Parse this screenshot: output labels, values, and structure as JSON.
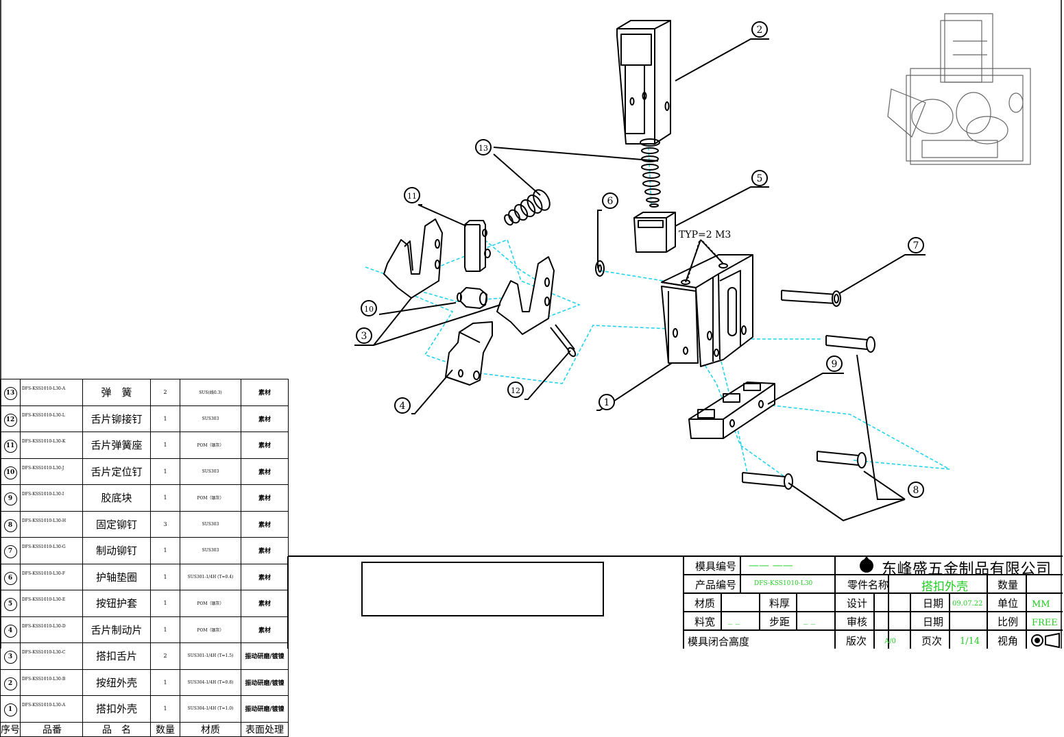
{
  "callouts": [
    "1",
    "2",
    "3",
    "4",
    "5",
    "6",
    "7",
    "8",
    "9",
    "10",
    "11",
    "12",
    "13"
  ],
  "annotation": "TYP=2 M3",
  "bom": {
    "headers": {
      "no": "序号",
      "code": "品番",
      "name": "品　名",
      "qty": "数量",
      "material": "材质",
      "surface": "表面处理"
    },
    "rows": [
      {
        "no": "13",
        "code": "DFS-KSS1010-L30-A",
        "name": "弹　簧",
        "qty": "2",
        "material": "SUS(线0.3)",
        "surface": "素材"
      },
      {
        "no": "12",
        "code": "DFS-KSS1010-L30-L",
        "name": "舌片铆接钉",
        "qty": "1",
        "material": "SUS303",
        "surface": "素材"
      },
      {
        "no": "11",
        "code": "DFS-KSS1010-L30-K",
        "name": "舌片弹簧座",
        "qty": "1",
        "material": "POM（银灰）",
        "surface": "素材"
      },
      {
        "no": "10",
        "code": "DFS-KSS1010-L30-J",
        "name": "舌片定位钉",
        "qty": "1",
        "material": "SUS303",
        "surface": "素材"
      },
      {
        "no": "9",
        "code": "DFS-KSS1010-L30-I",
        "name": "胶底块",
        "qty": "1",
        "material": "POM（银灰）",
        "surface": "素材"
      },
      {
        "no": "8",
        "code": "DFS-KSS1010-L30-H",
        "name": "固定铆钉",
        "qty": "3",
        "material": "SUS303",
        "surface": "素材"
      },
      {
        "no": "7",
        "code": "DFS-KSS1010-L30-G",
        "name": "制动铆钉",
        "qty": "1",
        "material": "SUS303",
        "surface": "素材"
      },
      {
        "no": "6",
        "code": "DFS-KSS1010-L30-F",
        "name": "护轴垫圈",
        "qty": "1",
        "material": "SUS301-1/4H (T=0.4)",
        "surface": "素材"
      },
      {
        "no": "5",
        "code": "DFS-KSS1010-L30-E",
        "name": "按钮护套",
        "qty": "1",
        "material": "POM（银灰）",
        "surface": "素材"
      },
      {
        "no": "4",
        "code": "DFS-KSS1010-L30-D",
        "name": "舌片制动片",
        "qty": "1",
        "material": "POM（银灰）",
        "surface": "素材"
      },
      {
        "no": "3",
        "code": "DFS-KSS1010-L30-C",
        "name": "搭扣舌片",
        "qty": "2",
        "material": "SUS301-1/4H (T=1.5)",
        "surface": "振动研磨/镀镍"
      },
      {
        "no": "2",
        "code": "DFS-KSS1010-L30-B",
        "name": "按纽外壳",
        "qty": "1",
        "material": "SUS304-1/4H (T=0.8)",
        "surface": "振动研磨/镀镍"
      },
      {
        "no": "1",
        "code": "DFS-KSS1010-L30-A",
        "name": "搭扣外壳",
        "qty": "1",
        "material": "SUS304-1/4H (T=1.0)",
        "surface": "振动研磨/镀镍"
      }
    ]
  },
  "title_block": {
    "company": "东峰盛五金制品有限公司",
    "mold_no_label": "模具编号",
    "mold_no": "—— ——",
    "product_no_label": "产品编号",
    "product_no": "DFS-KSS1010-L30",
    "part_name_label": "零件名称",
    "part_name": "搭扣外壳",
    "qty_label": "数量",
    "material_label": "材质",
    "thickness_label": "料厚",
    "design_label": "设计",
    "date_label": "日期",
    "date": "09.07.22",
    "unit_label": "单位",
    "unit": "MM",
    "width_label": "料宽",
    "width": "_ _",
    "step_label": "步距",
    "step": "_ _",
    "review_label": "审核",
    "date2_label": "日期",
    "scale_label": "比例",
    "scale": "FREE",
    "height_label": "模具闭合高度",
    "version_label": "版次",
    "version": "A/0",
    "page_label": "页次",
    "page": "1/14",
    "view_label": "视角"
  },
  "colors": {
    "line": "#000000",
    "dash": "#22d3ee",
    "green": "#22cc22"
  }
}
